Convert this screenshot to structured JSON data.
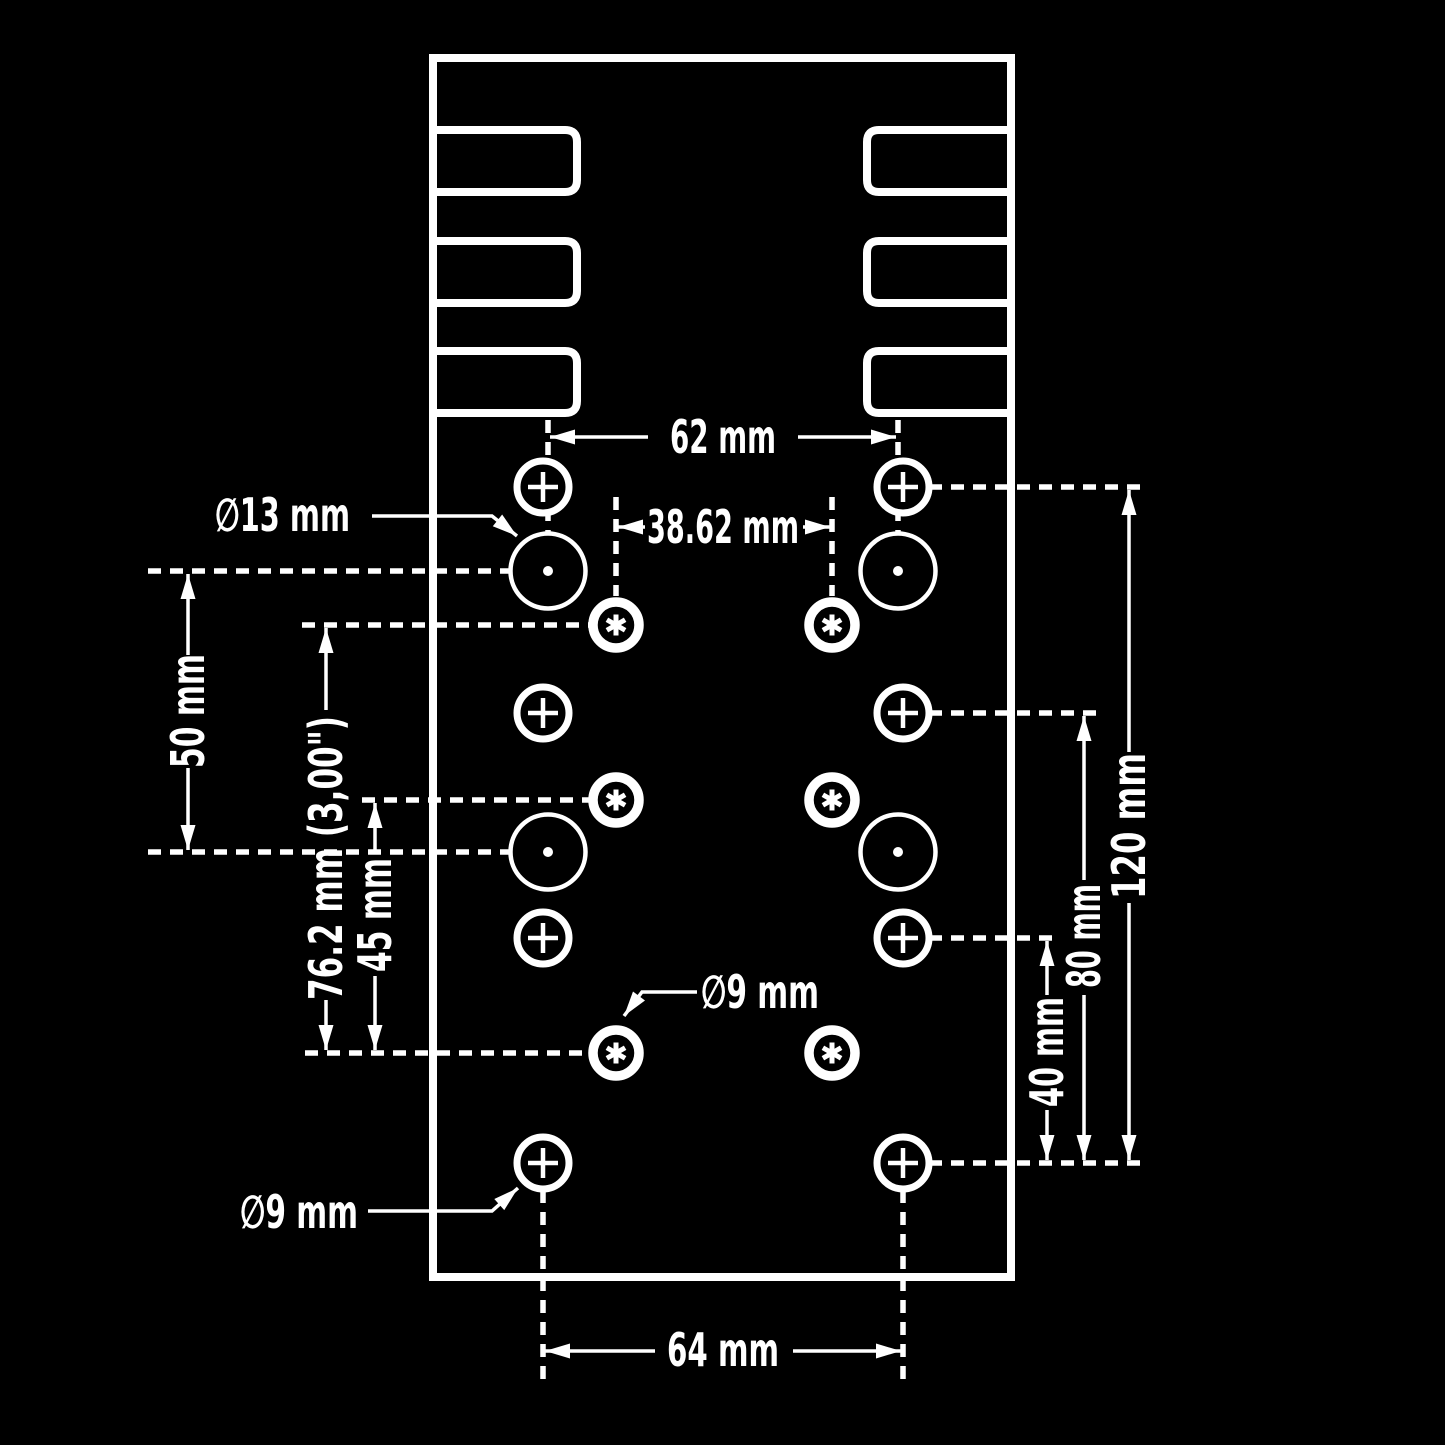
{
  "colors": {
    "background": "#000000",
    "stroke": "#ffffff"
  },
  "labels": {
    "dim_top_width": "62 mm",
    "dim_inner_width": "38.62 mm",
    "dia_large_hole": "∅13 mm",
    "dim_left_50": "50 mm",
    "dim_left_76": "76.2 mm (3,00\")",
    "dim_left_45": "45 mm",
    "dia_counter_hole": "∅9 mm",
    "dim_right_40": "40 mm",
    "dim_right_80": "80 mm",
    "dim_right_120": "120 mm",
    "dia_bottom_hole": "∅9 mm",
    "dim_bottom_width": "64 mm"
  }
}
